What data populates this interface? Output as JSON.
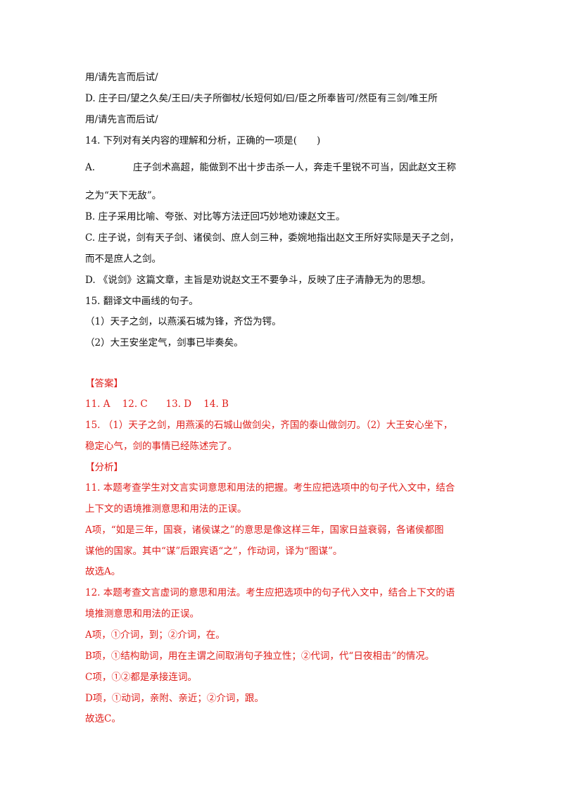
{
  "question_13_tail": {
    "c_line2": "用/请先言而后试/",
    "d_line1": "D. 庄子曰/望之久矣/王曰/夫子所御杖/长短何如/曰/臣之所奉皆可/然臣有三剑/唯王所",
    "d_line2": "用/请先言而后试/"
  },
  "question_14": {
    "stem_prefix": "14. 下列对有关内容的理解和分析，正确的一项是(",
    "stem_suffix": ")",
    "a_label": "A.",
    "a_line1": "庄子剑术高超，能做到不出十步击杀一人，奔走千里锐不可当，因此赵文王称",
    "a_line2": "之为“天下无敌”。",
    "b": "B. 庄子采用比喻、夸张、对比等方法迂回巧妙地劝谏赵文王。",
    "c_line1": "C. 庄子说，剑有天子剑、诸侯剑、庶人剑三种，委婉地指出赵文王所好实际是天子之剑，",
    "c_line2": "而不是庶人之剑。",
    "d": "D. 《说剑》这篇文章，主旨是劝说赵文王不要争斗，反映了庄子清静无为的思想。"
  },
  "question_15": {
    "stem": "15. 翻译文中画线的句子。",
    "item1": "（1）天子之剑，以燕溪石城为锋，齐岱为锷。",
    "item2": "（2）大王安坐定气，剑事已毕奏矣。"
  },
  "answer": {
    "heading": "【答案】",
    "choices": "11. A    12. C      13. D    14. B",
    "q15_line1": "15. （1）天子之剑，用燕溪的石城山做剑尖，齐国的泰山做剑刃。（2）大王安心坐下，",
    "q15_line2": "稳定心气，剑的事情已经陈述完了。"
  },
  "analysis": {
    "heading": "【分析】",
    "q11_line1": "11. 本题考查学生对文言实词意思和用法的把握。考生应把选项中的句子代入文中，结合",
    "q11_line2": "上下文的语境推测意思和用法的正误。",
    "q11_a_line1": "A项，“如是三年，国衰，诸侯谋之”的意思是像这样三年，国家日益衰弱，各诸侯都图",
    "q11_a_line2": "谋他的国家。其中“谋”后跟宾语“之”，作动词，译为“图谋”。",
    "q11_conclusion": "故选A。",
    "q12_line1": "12. 本题考查文言虚词的意思和用法。考生应把选项中的句子代入文中，结合上下文的语",
    "q12_line2": "境推测意思和用法的正误。",
    "q12_a": "A项，①介词，到；②介词，在。",
    "q12_b": "B项，①结构助词，用在主谓之间取消句子独立性；②代词，代“日夜相击”的情况。",
    "q12_c": "C项，①②都是承接连词。",
    "q12_d": "D项，①动词，亲附、亲近；②介词，跟。",
    "q12_conclusion": "故选C。"
  },
  "colors": {
    "body_text": "#111111",
    "answer_text": "#e0201c",
    "background": "#ffffff"
  }
}
